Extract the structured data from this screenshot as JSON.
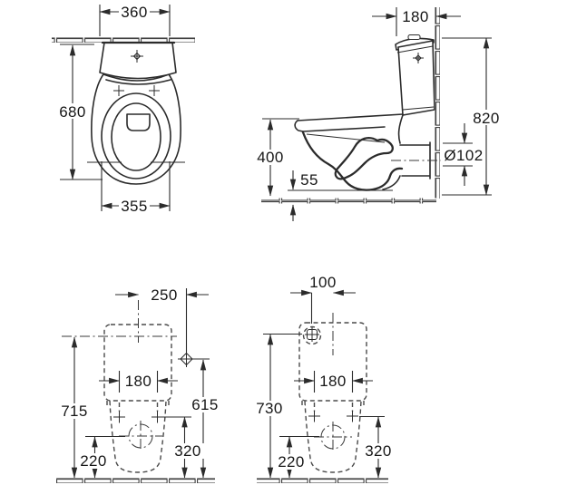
{
  "page": {
    "background": "#ffffff",
    "line_color": "#2b2b2b",
    "text_color": "#161616",
    "drawing_type": "toilet installation dimension drawing"
  },
  "views": {
    "plan": {
      "name": "front-plan-view",
      "dimensions": {
        "cistern_width": "360",
        "total_depth": "680",
        "bowl_width": "355"
      }
    },
    "side": {
      "name": "side-elevation-view",
      "dimensions": {
        "cistern_depth": "180",
        "total_height": "820",
        "rim_height": "400",
        "outlet_clearance": "55",
        "outlet_diameter": "Ø102"
      }
    },
    "rear_a": {
      "name": "rear-fixing-view-left",
      "dimensions": {
        "supply_offset": "250",
        "fixing_hole_spacing": "180",
        "cistern_height": "715",
        "supply_height": "615",
        "fixing_hole_height": "320",
        "outlet_height": "220"
      }
    },
    "rear_b": {
      "name": "rear-fixing-view-right",
      "dimensions": {
        "supply_offset": "100",
        "fixing_hole_spacing": "180",
        "supply_height": "730",
        "fixing_hole_height": "320",
        "outlet_height": "220"
      }
    }
  }
}
